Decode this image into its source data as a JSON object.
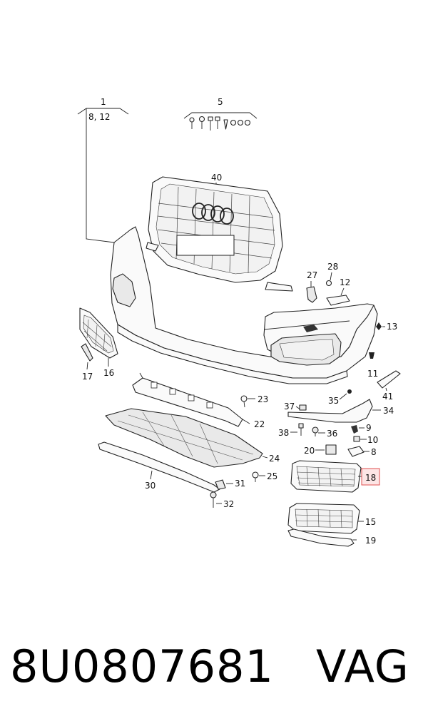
{
  "callouts": {
    "c1": "1",
    "c1sub": "8, 12",
    "c5": "5",
    "c40": "40",
    "c27": "27",
    "c28": "28",
    "c12": "12",
    "c13": "13",
    "c11": "11",
    "c41": "41",
    "c16": "16",
    "c17": "17",
    "c23": "23",
    "c22": "22",
    "c35": "35",
    "c34": "34",
    "c37": "37",
    "c9": "9",
    "c38": "38",
    "c36": "36",
    "c10": "10",
    "c20": "20",
    "c8": "8",
    "c24": "24",
    "c25": "25",
    "c30": "30",
    "c31": "31",
    "c32": "32",
    "c18": "18",
    "c15": "15",
    "c19": "19"
  },
  "highlight": {
    "callout": "18",
    "color": "#e05050"
  },
  "footer": {
    "part_number": "8U0807681",
    "brand": "VAG"
  }
}
